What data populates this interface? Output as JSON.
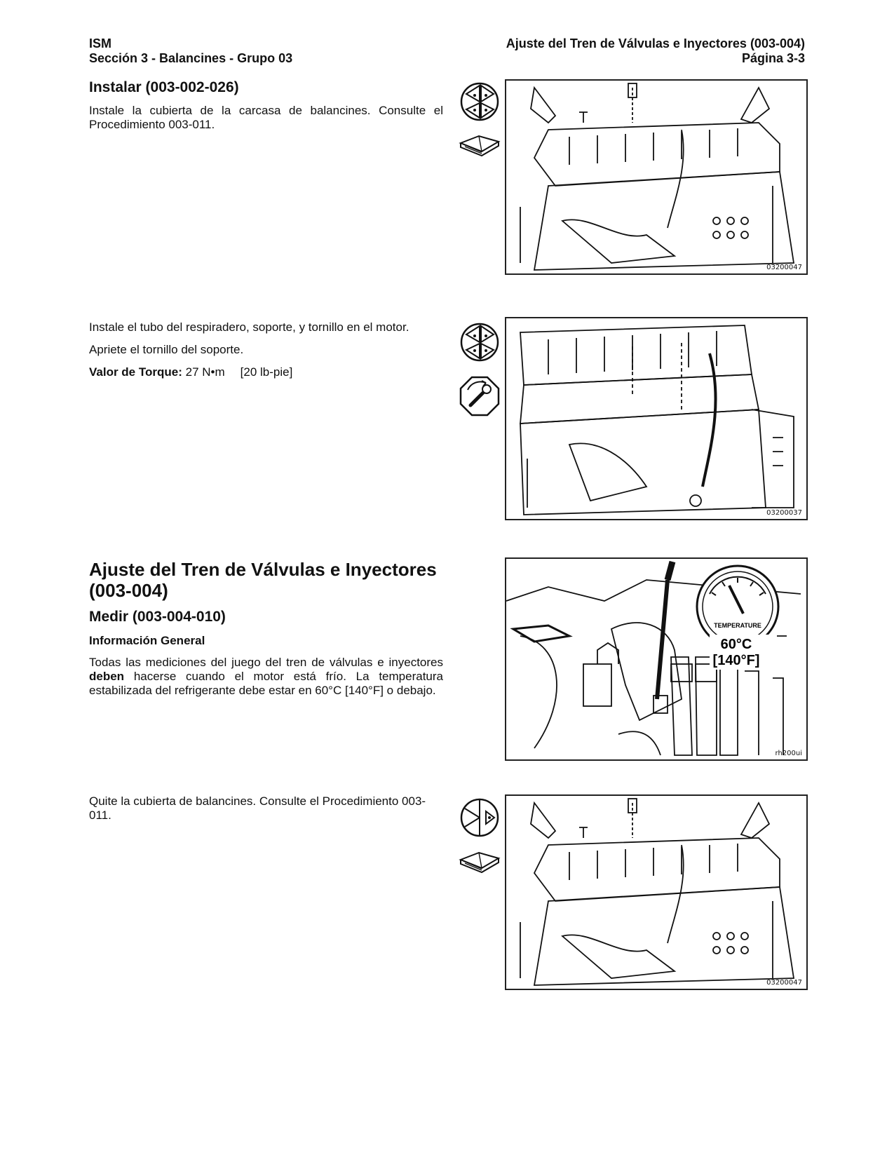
{
  "header": {
    "left_line1": "ISM",
    "left_line2": "Sección 3 - Balancines - Grupo 03",
    "right_line1": "Ajuste del Tren de Válvulas e Inyectores (003-004)",
    "right_line2": "Página 3-3"
  },
  "section1": {
    "title": "Instalar (003-002-026)",
    "paragraph": "Instale la cubierta de la carcasa de balancines. Consulte el Procedimiento 003-011.",
    "figure_code": "03200047",
    "icons": [
      "assemble-icon",
      "manual-reference-icon"
    ]
  },
  "section2": {
    "paragraph1": "Instale el tubo del respiradero, soporte, y tornillo en el motor.",
    "paragraph2": "Apriete el tornillo del soporte.",
    "torque_label": "Valor de Torque:",
    "torque_metric": "27 N•m",
    "torque_imperial": "[20  lb-pie]",
    "figure_code": "03200037",
    "icons": [
      "assemble-icon",
      "torque-wrench-icon"
    ]
  },
  "section3": {
    "title": "Ajuste del Tren de Válvulas e Inyectores (003-004)",
    "subtitle": "Medir (003-004-010)",
    "subheading": "Información General",
    "para_before_bold": "Todas las mediciones del juego del tren de válvulas e inyectores ",
    "para_bold": "deben",
    "para_after_bold": " hacerse cuando el motor está frío. La temperatura estabilizada del refrigerante debe estar en 60°C [140°F] o debajo.",
    "gauge_label": "TEMPERATURE",
    "gauge_value_c": "60°C",
    "gauge_value_f": "[140°F]",
    "figure_code": "rh200ui"
  },
  "section4": {
    "paragraph": "Quite la cubierta de balancines. Consulte el Procedimiento 003-011.",
    "figure_code": "03200047",
    "icons": [
      "disassemble-icon",
      "manual-reference-icon"
    ]
  }
}
